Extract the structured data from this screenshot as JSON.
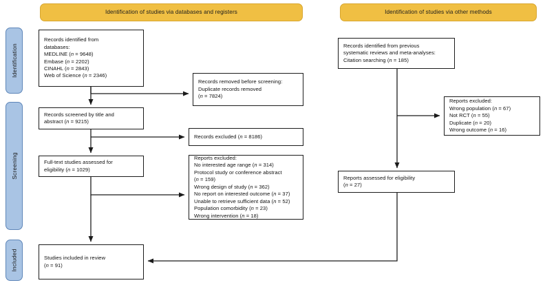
{
  "diagram": {
    "type": "prisma-flow-diagram",
    "title": "PRISMA 2020 flow diagram",
    "colors": {
      "banner_fill": "#f0bf43",
      "banner_border": "#d8a62f",
      "stage_tab_fill": "#a9c4e4",
      "stage_tab_border": "#5d85b8",
      "box_border": "#1b1b1b",
      "box_fill": "#ffffff",
      "text": "#111111",
      "background": "#ffffff"
    }
  },
  "banners": [
    {
      "id": "databases-registers",
      "label": "Identification of studies via databases and registers"
    },
    {
      "id": "other-methods",
      "label": "Identification of studies via other methods"
    }
  ],
  "stages": [
    {
      "id": "identification",
      "label": "Identification"
    },
    {
      "id": "screening",
      "label": "Screening"
    },
    {
      "id": "included",
      "label": "Included"
    }
  ],
  "boxes": {
    "records_identified": {
      "id": "records-identified-from-databases",
      "text": "Records identified from\ndatabases:\nMEDLINE (n = 9648)\nEmbase (n = 2202)\nCINAHL (n = 2843)\nWeb of Science (n = 2346)",
      "counts": {
        "MEDLINE": 9648,
        "Embase": 2202,
        "CINAHL": 2843,
        "Web of Science": 2346
      }
    },
    "records_removed": {
      "id": "records-removed-before-screening",
      "text": "Records removed before screening:\nDuplicate records removed\n(n = 7824)",
      "counts": {
        "Duplicate records removed": 7824
      }
    },
    "records_screened": {
      "id": "records-screened-title-abstract",
      "text": "Records screened by title and\nabstract (n = 9215)",
      "counts": {
        "screened": 9215
      }
    },
    "records_excluded": {
      "id": "records-excluded",
      "text": "Records excluded (n = 8186)",
      "counts": {
        "excluded": 8186
      }
    },
    "fulltext_assessed": {
      "id": "full-text-studies-assessed",
      "text": "Full-text studies assessed for\neligibility (n = 1029)",
      "counts": {
        "assessed": 1029
      }
    },
    "reports_excluded_left": {
      "id": "reports-excluded-databases",
      "text": "Reports excluded:\nNo interested age range (n = 314)\nProtocol study or conference abstract\n(n = 159)\nWrong design of study (n = 362)\nNo report on interested outcome (n = 37)\nUnable to retrieve sufficient data (n = 52)\nPopulation comorbidity (n = 23)\nWrong intervention (n = 18)",
      "counts": {
        "No interested age range": 314,
        "Protocol study or conference abstract": 159,
        "Wrong design of study": 362,
        "No report on interested outcome": 37,
        "Unable to retrieve sufficient data": 52,
        "Population comorbidity": 23,
        "Wrong intervention": 18
      }
    },
    "studies_included": {
      "id": "studies-included-in-review",
      "text": "Studies included in review\n(n = 91)",
      "counts": {
        "included": 91
      }
    },
    "records_previous": {
      "id": "records-identified-previous-reviews",
      "text": "Records identified from previous\nsystematic reviews and meta-analyses:\nCitation searching (n = 185)",
      "counts": {
        "Citation searching": 185
      }
    },
    "reports_excluded_right": {
      "id": "reports-excluded-other-methods",
      "text": "Reports excluded:\nWrong population (n = 67)\nNot RCT (n = 55)\nDuplicate (n = 20)\nWrong outcome (n = 16)",
      "counts": {
        "Wrong population": 67,
        "Not RCT": 55,
        "Duplicate": 20,
        "Wrong outcome": 16
      }
    },
    "reports_assessed_right": {
      "id": "reports-assessed-for-eligibility",
      "text": "Reports assessed for eligibility\n(n = 27)",
      "counts": {
        "assessed": 27
      }
    }
  }
}
